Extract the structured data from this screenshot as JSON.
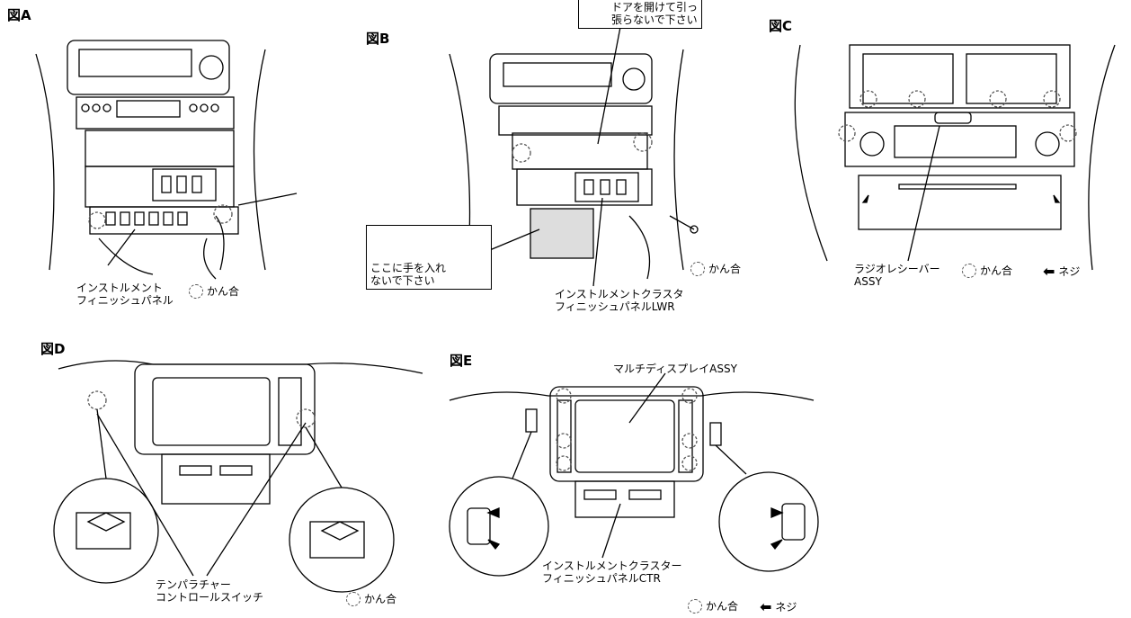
{
  "figures": {
    "a": {
      "title": "図A",
      "label_line1": "インストルメント",
      "label_line2": "フィニッシュパネル",
      "legend_clip": "かん合"
    },
    "b": {
      "title": "図B",
      "warning_top_line1": "ドアを開けて引っ",
      "warning_top_line2": "張らないで下さい",
      "warning_bottom_line1": "ここに手を入れ",
      "warning_bottom_line2": "ないで下さい",
      "label_line1": "インストルメントクラスタ",
      "label_line2": "フィニッシュパネルLWR",
      "legend_clip": "かん合"
    },
    "c": {
      "title": "図C",
      "label_line1": "ラジオレシーバー",
      "label_line2": "ASSY",
      "legend_clip": "かん合",
      "legend_screw": "ネジ"
    },
    "d": {
      "title": "図D",
      "label_line1": "テンパラチャー",
      "label_line2": "コントロールスイッチ",
      "legend_clip": "かん合"
    },
    "e": {
      "title": "図E",
      "label_top": "マルチディスプレイASSY",
      "label_line1": "インストルメントクラスター",
      "label_line2": "フィニッシュパネルCTR",
      "legend_clip": "かん合",
      "legend_screw": "ネジ"
    }
  }
}
